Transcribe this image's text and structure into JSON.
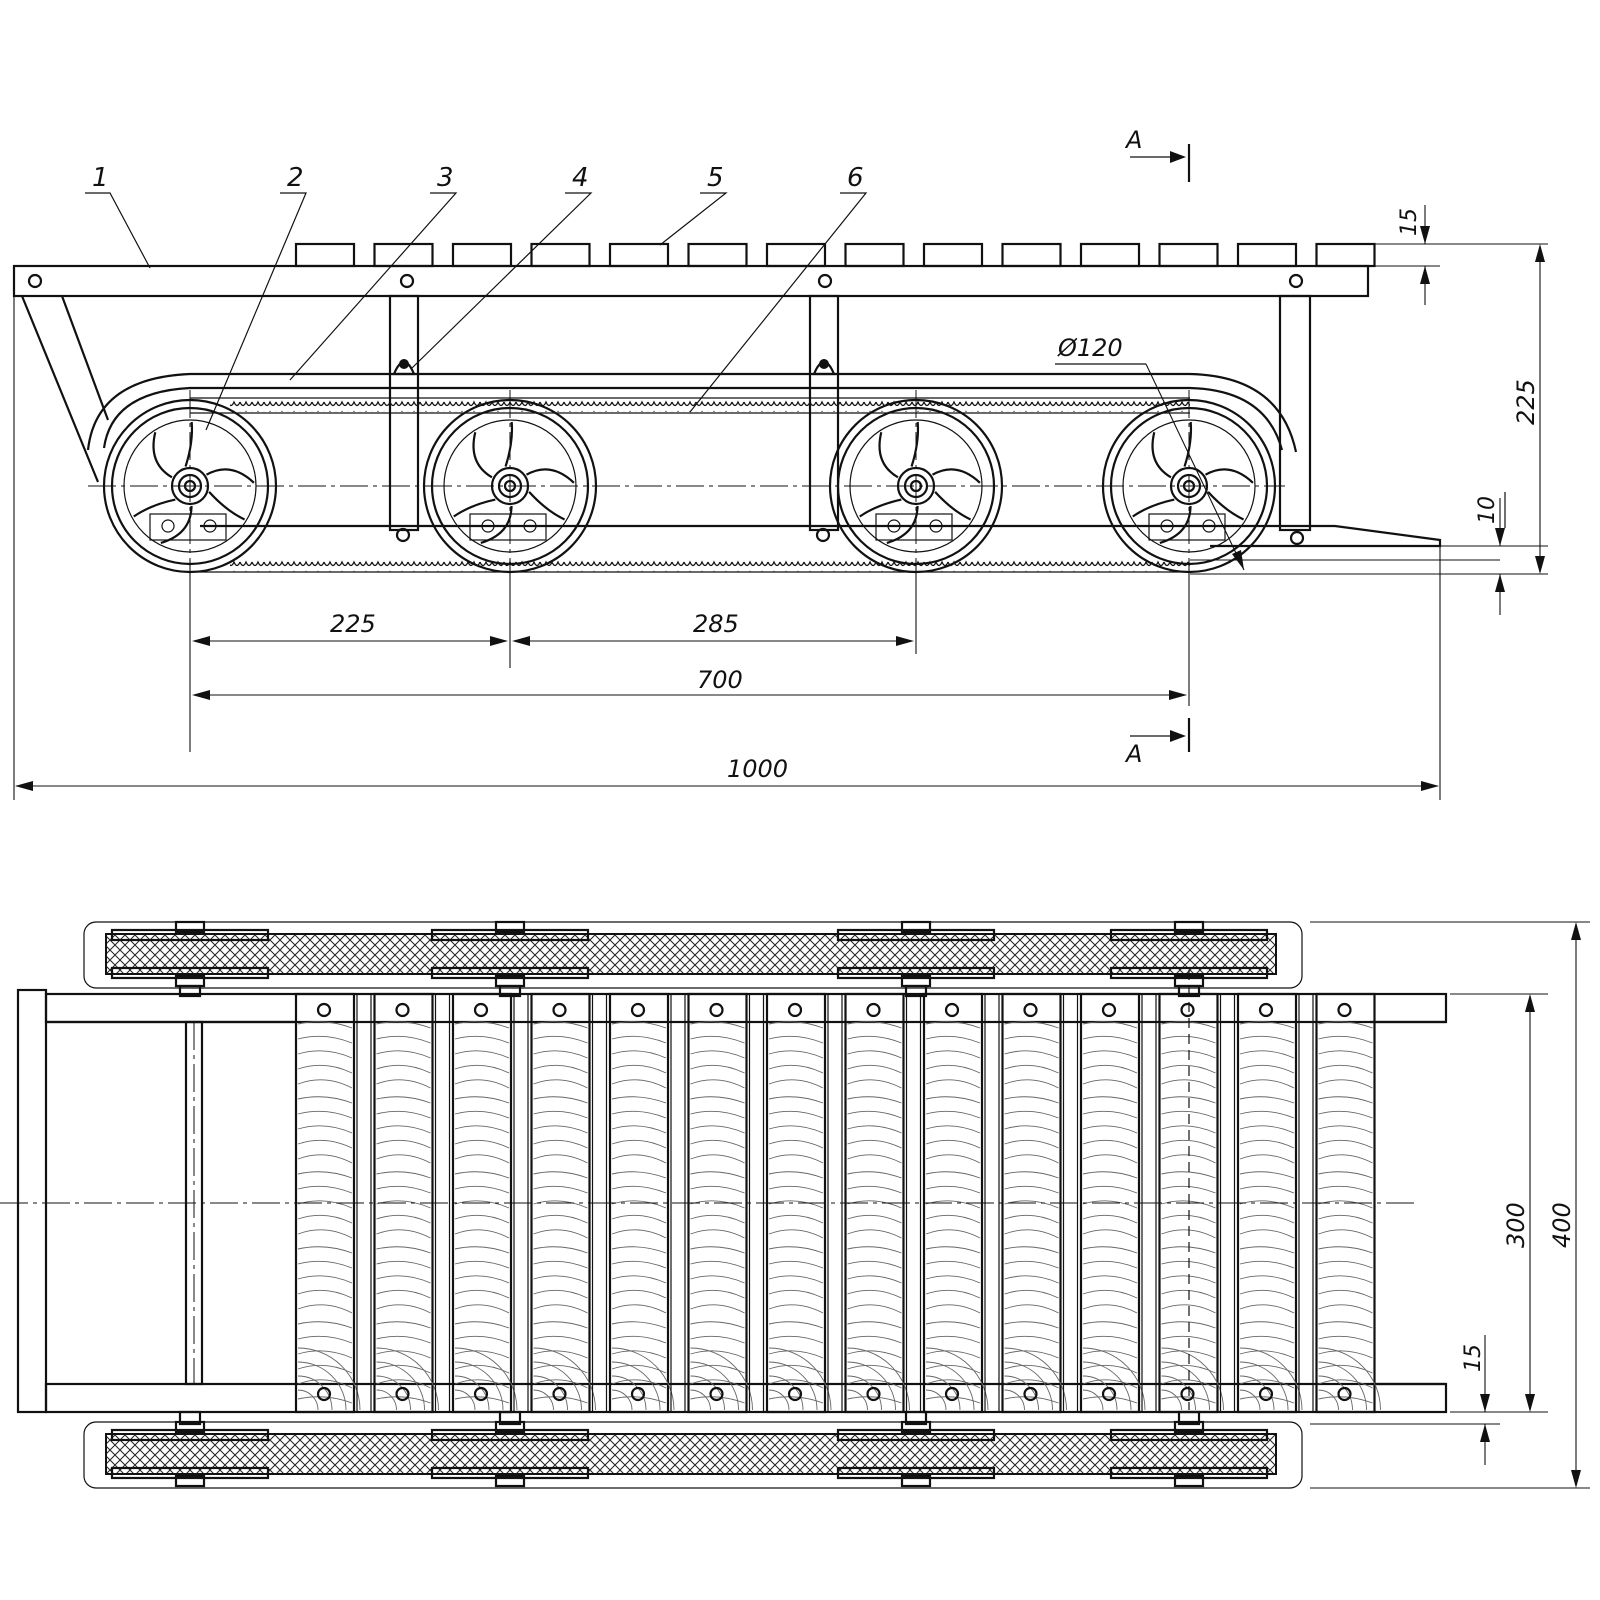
{
  "side_view": {
    "callouts": [
      "1",
      "2",
      "3",
      "4",
      "5",
      "6"
    ],
    "dimensions": {
      "bottom_span_1": "225",
      "bottom_span_2": "285",
      "wheelbase": "700",
      "overall_length": "1000",
      "slat_thickness": "15",
      "total_height": "225",
      "ground_clearance": "10",
      "wheel_diameter": "Ø120"
    },
    "section_label": "A"
  },
  "top_view": {
    "dimensions": {
      "frame_width": "300",
      "overall_width": "400",
      "track_width": "15"
    }
  }
}
